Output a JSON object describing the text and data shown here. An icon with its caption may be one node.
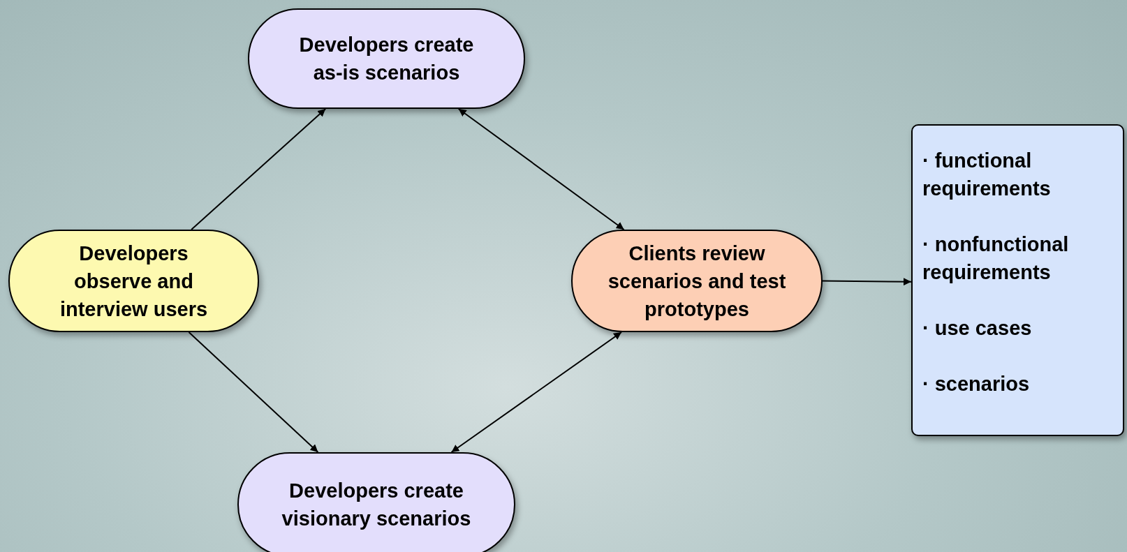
{
  "diagram": {
    "nodes": [
      {
        "text": [
          "Developers create as-is scenarios"
        ]
      },
      {
        "text": [
          "Developers observe and interview users"
        ]
      },
      {
        "text": [
          "Clients review scenarios and test prototypes"
        ]
      },
      {
        "text": [
          "Developers create visionary scenarios"
        ]
      },
      {
        "text": [
          "· functional requirements",
          "· nonfunctional requirements",
          "· use cases",
          "· scenarios"
        ]
      }
    ],
    "edges": [
      {
        "from": 1,
        "to": 0,
        "arrow": "to"
      },
      {
        "from": 1,
        "to": 3,
        "arrow": "to"
      },
      {
        "from": 0,
        "to": 2,
        "arrow": "both"
      },
      {
        "from": 3,
        "to": 2,
        "arrow": "both"
      },
      {
        "from": 2,
        "to": 4,
        "arrow": "to"
      }
    ]
  }
}
